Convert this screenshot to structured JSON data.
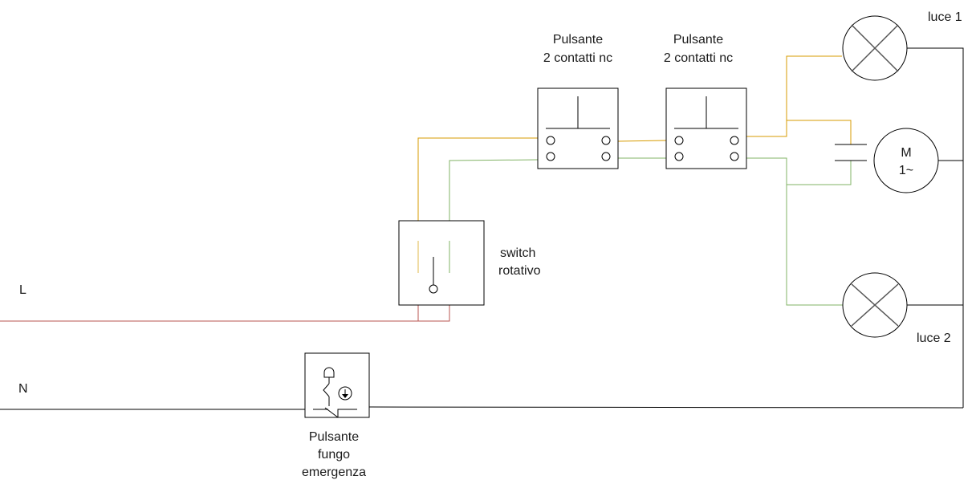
{
  "colors": {
    "line_L": "#b85450",
    "line_yellow": "#d79b00",
    "line_green": "#82b366",
    "line_black": "#000000",
    "lamp_cross": "#555555"
  },
  "labels": {
    "L": "L",
    "N": "N",
    "switch_line1": "switch",
    "switch_line2": "rotativo",
    "button1_line1": "Pulsante",
    "button1_line2": "2 contatti nc",
    "button2_line1": "Pulsante",
    "button2_line2": "2 contatti nc",
    "lamp1": "luce 1",
    "lamp2": "luce 2",
    "motor_line1": "M",
    "motor_line2": "1~",
    "emergency_line1": "Pulsante",
    "emergency_line2": "fungo",
    "emergency_line3": "emergenza"
  }
}
